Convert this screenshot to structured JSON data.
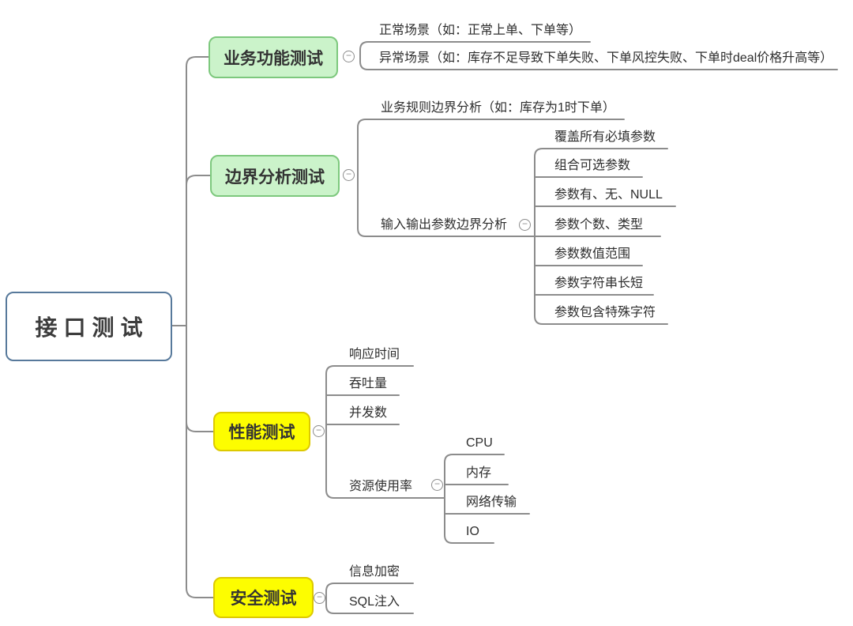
{
  "colors": {
    "line": "#8c8c8c",
    "root_border": "#57799b",
    "root_fill": "#ffffff",
    "green_fill": "#cbf3ca",
    "green_border": "#7dc87d",
    "yellow_fill": "#fdfd00",
    "yellow_border": "#ddc900",
    "text": "#2e2e2e"
  },
  "icons": {
    "collapse_glyph": "−"
  },
  "mindmap": {
    "root": {
      "label": "接口测试"
    },
    "branches": [
      {
        "label": "业务功能测试",
        "color": "green",
        "children": [
          {
            "label": "正常场景（如：正常上单、下单等）"
          },
          {
            "label": "异常场景（如：库存不足导致下单失败、下单风控失败、下单时deal价格升高等）"
          }
        ]
      },
      {
        "label": "边界分析测试",
        "color": "green",
        "children": [
          {
            "label": "业务规则边界分析（如：库存为1时下单）"
          },
          {
            "label": "输入输出参数边界分析",
            "children": [
              {
                "label": "覆盖所有必填参数"
              },
              {
                "label": "组合可选参数"
              },
              {
                "label": "参数有、无、NULL"
              },
              {
                "label": "参数个数、类型"
              },
              {
                "label": "参数数值范围"
              },
              {
                "label": "参数字符串长短"
              },
              {
                "label": "参数包含特殊字符"
              }
            ]
          }
        ]
      },
      {
        "label": "性能测试",
        "color": "yellow",
        "children": [
          {
            "label": "响应时间"
          },
          {
            "label": "吞吐量"
          },
          {
            "label": "并发数"
          },
          {
            "label": "资源使用率",
            "children": [
              {
                "label": "CPU"
              },
              {
                "label": "内存"
              },
              {
                "label": "网络传输"
              },
              {
                "label": "IO"
              }
            ]
          }
        ]
      },
      {
        "label": "安全测试",
        "color": "yellow",
        "children": [
          {
            "label": "信息加密"
          },
          {
            "label": "SQL注入"
          }
        ]
      }
    ]
  }
}
